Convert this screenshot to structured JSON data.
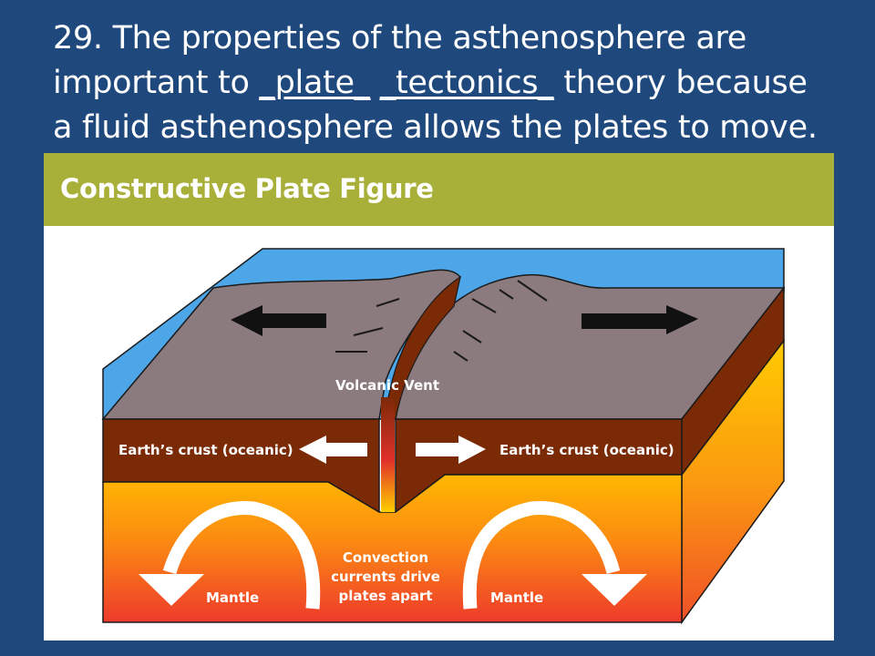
{
  "question": {
    "line1": "29. The properties of the asthenosphere are",
    "line2_before": "important to ",
    "blank1": "_plate_",
    "blank2": "_tectonics_",
    "line2_after": " theory because",
    "line3": "a fluid asthenosphere allows the plates to move."
  },
  "figure": {
    "title": "Constructive Plate Figure",
    "labels": {
      "vent": "Volcanic Vent",
      "crust_left": "Earth’s crust (oceanic)",
      "crust_right": "Earth’s crust (oceanic)",
      "convection_1": "Convection",
      "convection_2": "currents drive",
      "convection_3": "plates apart",
      "mantle_left": "Mantle",
      "mantle_right": "Mantle"
    }
  },
  "colors": {
    "background": "#1f497d",
    "header": "#a9b03a",
    "water": "#4a9fe0",
    "crust_top": "#8a7a7c",
    "crust_side": "#7b2a06",
    "mantle_top": "#ffb400",
    "mantle_bottom": "#f0402a"
  }
}
